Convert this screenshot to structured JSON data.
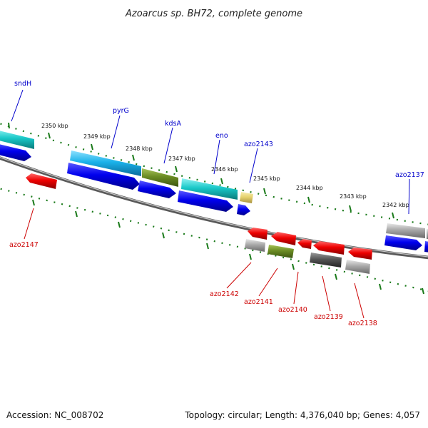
{
  "title": "Azoarcus sp. BH72, complete genome",
  "footer": {
    "accession": "Accession: NC_008702",
    "topology": "Topology: circular; Length: 4,376,040 bp; Genes: 4,057"
  },
  "scale_labels": [
    "2350 kbp",
    "2349 kbp",
    "2348 kbp",
    "2347 kbp",
    "2346 kbp",
    "2345 kbp",
    "2344 kbp",
    "2343 kbp",
    "2342 kbp"
  ],
  "gene_labels_top": [
    "sndH",
    "pyrG",
    "kdsA",
    "eno",
    "azo2143",
    "azo2137"
  ],
  "gene_labels_bottom": [
    "azo2147",
    "azo2142",
    "azo2141",
    "azo2140",
    "azo2139",
    "azo2138"
  ],
  "colors": {
    "blue_cds": "#0000ee",
    "cyan_feature": "#19c8c8",
    "sky_feature": "#1ab2ea",
    "olive_feature": "#6b8c24",
    "yellow_feature": "#e6d26e",
    "red_cds": "#ee0000",
    "grey_feature": "#a8a8a8",
    "dark_grey_feature": "#555555",
    "tick_green": "#1a7a1a",
    "backbone": "#777777"
  }
}
